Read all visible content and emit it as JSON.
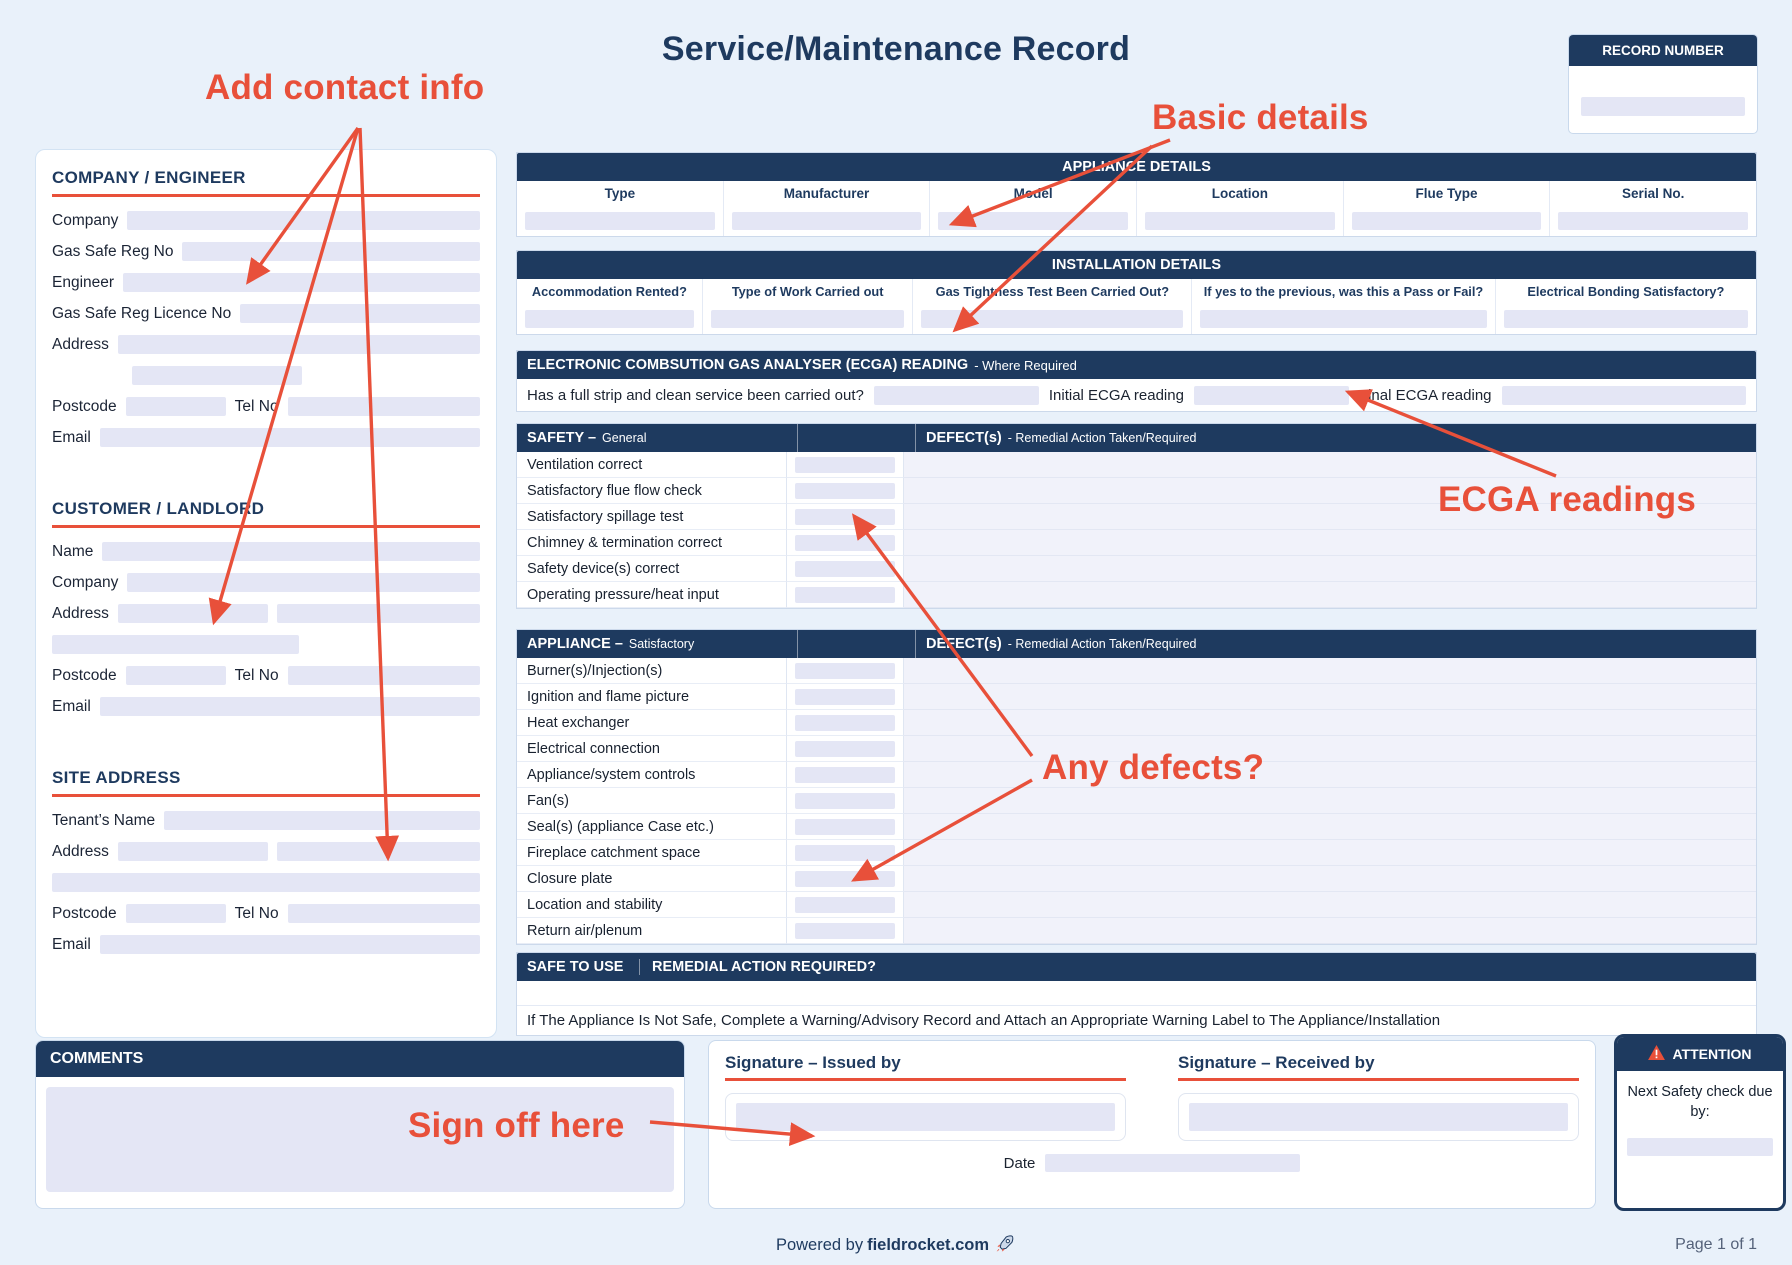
{
  "page": {
    "title": "Service/Maintenance Record",
    "powered_prefix": "Powered by",
    "brand": "fieldrocket.com",
    "page_number": "Page 1 of 1"
  },
  "colors": {
    "navy": "#1e3a5f",
    "accent_red": "#e8503a",
    "input_fill": "#e4e6f5"
  },
  "icons": {
    "warning": "warning-triangle-icon",
    "rocket": "rocket-icon"
  },
  "record_number": {
    "label": "RECORD NUMBER"
  },
  "annotations": {
    "add_contact": "Add contact info",
    "basic_details": "Basic details",
    "ecga_readings": "ECGA readings",
    "any_defects": "Any defects?",
    "sign_off": "Sign off here"
  },
  "company_engineer": {
    "heading": "COMPANY / ENGINEER",
    "company": "Company",
    "gas_safe_reg_no": "Gas Safe Reg No",
    "engineer": "Engineer",
    "gas_safe_licence_no": "Gas Safe Reg Licence No",
    "address": "Address",
    "postcode": "Postcode",
    "tel_no": "Tel No",
    "email": "Email"
  },
  "customer_landlord": {
    "heading": "CUSTOMER / LANDLORD",
    "name": "Name",
    "company": "Company",
    "address": "Address",
    "postcode": "Postcode",
    "tel_no": "Tel No",
    "email": "Email"
  },
  "site_address": {
    "heading": "SITE ADDRESS",
    "tenants_name": "Tenant’s Name",
    "address": "Address",
    "postcode": "Postcode",
    "tel_no": "Tel No",
    "email": "Email"
  },
  "appliance_details": {
    "heading": "APPLIANCE DETAILS",
    "columns": [
      "Type",
      "Manufacturer",
      "Model",
      "Location",
      "Flue Type",
      "Serial No."
    ]
  },
  "installation_details": {
    "heading": "INSTALLATION DETAILS",
    "columns": [
      "Accommodation Rented?",
      "Type of Work Carried out",
      "Gas Tightness Test Been Carried Out?",
      "If yes to the previous, was this a Pass or Fail?",
      "Electrical Bonding Satisfactory?"
    ]
  },
  "ecga": {
    "heading": "ELECTRONIC COMBSUTION GAS ANALYSER (ECGA) READING",
    "heading_note": "- Where Required",
    "question": "Has a full strip and clean service been carried out?",
    "initial_label": "Initial ECGA reading",
    "final_label": "Final ECGA reading"
  },
  "safety": {
    "heading": "SAFETY –",
    "heading_note": "General",
    "defects_heading": "DEFECT(s)",
    "defects_note": "- Remedial Action Taken/Required",
    "rows": [
      "Ventilation correct",
      "Satisfactory flue flow check",
      "Satisfactory spillage test",
      "Chimney & termination correct",
      "Safety device(s) correct",
      "Operating pressure/heat input"
    ]
  },
  "appliance": {
    "heading": "APPLIANCE –",
    "heading_note": "Satisfactory",
    "defects_heading": "DEFECT(s)",
    "defects_note": "- Remedial Action Taken/Required",
    "rows": [
      "Burner(s)/Injection(s)",
      "Ignition and flame picture",
      "Heat exchanger",
      "Electrical connection",
      "Appliance/system controls",
      "Fan(s)",
      "Seal(s) (appliance Case etc.)",
      "Fireplace catchment space",
      "Closure plate",
      "Location and stability",
      "Return air/plenum"
    ]
  },
  "safe_to_use": {
    "label": "SAFE TO USE",
    "remedial_label": "REMEDIAL ACTION REQUIRED?",
    "note": "If The Appliance Is Not Safe, Complete a Warning/Advisory Record and Attach an Appropriate Warning Label to The Appliance/Installation"
  },
  "comments": {
    "heading": "COMMENTS"
  },
  "signatures": {
    "issued_heading": "Signature – Issued by",
    "received_heading": "Signature – Received by",
    "date_label": "Date"
  },
  "attention": {
    "heading": "ATTENTION",
    "text": "Next Safety check due by:"
  }
}
